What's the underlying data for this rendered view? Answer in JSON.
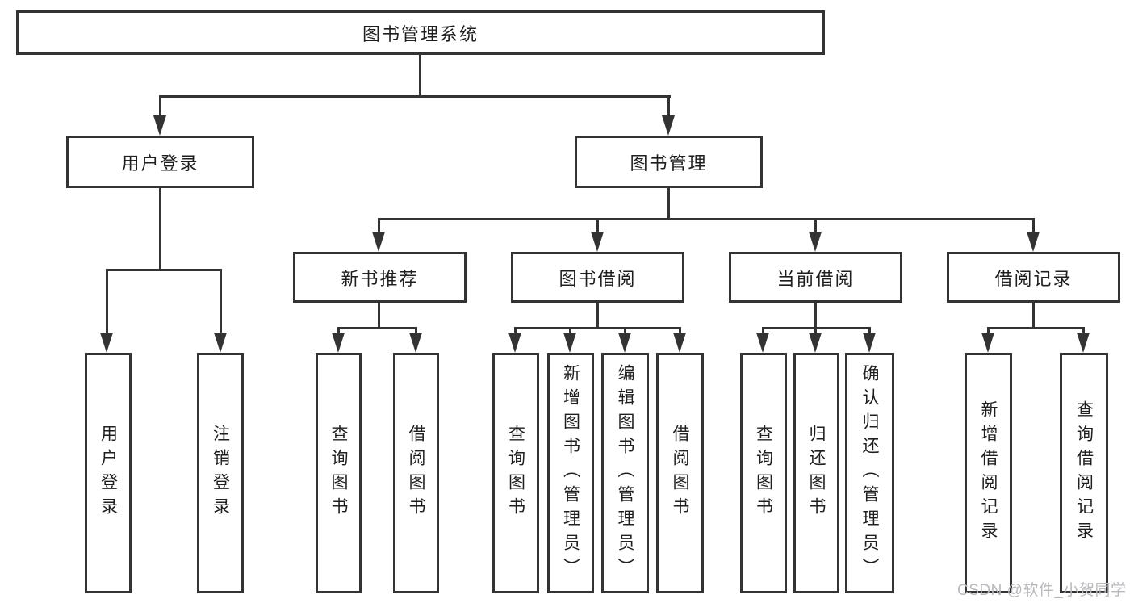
{
  "diagram": {
    "type": "hierarchy-tree",
    "root": {
      "label": "图书管理系统"
    },
    "level2": [
      {
        "label": "用户登录",
        "parent": "图书管理系统"
      },
      {
        "label": "图书管理",
        "parent": "图书管理系统"
      }
    ],
    "level3": [
      {
        "label": "新书推荐",
        "parent": "图书管理"
      },
      {
        "label": "图书借阅",
        "parent": "图书管理"
      },
      {
        "label": "当前借阅",
        "parent": "图书管理"
      },
      {
        "label": "借阅记录",
        "parent": "图书管理"
      }
    ],
    "leaves": [
      {
        "label": "用户登录",
        "parent": "用户登录"
      },
      {
        "label": "注销登录",
        "parent": "用户登录"
      },
      {
        "label": "查询图书",
        "parent": "新书推荐"
      },
      {
        "label": "借阅图书",
        "parent": "新书推荐"
      },
      {
        "label": "查询图书",
        "parent": "图书借阅"
      },
      {
        "label": "新增图书（管理员）",
        "parent": "图书借阅"
      },
      {
        "label": "编辑图书（管理员）",
        "parent": "图书借阅"
      },
      {
        "label": "借阅图书",
        "parent": "图书借阅"
      },
      {
        "label": "查询图书",
        "parent": "当前借阅"
      },
      {
        "label": "归还图书",
        "parent": "当前借阅"
      },
      {
        "label": "确认归还（管理员）",
        "parent": "当前借阅"
      },
      {
        "label": "新增借阅记录",
        "parent": "借阅记录"
      },
      {
        "label": "查询借阅记录",
        "parent": "借阅记录"
      }
    ],
    "watermark": "CSDN @软件_小贺同学",
    "colors": {
      "line": "#333333",
      "text": "#1f1f1f",
      "box_background": "#ffffff",
      "page_background": "#ffffff",
      "watermark": "#b9b9bd"
    }
  }
}
